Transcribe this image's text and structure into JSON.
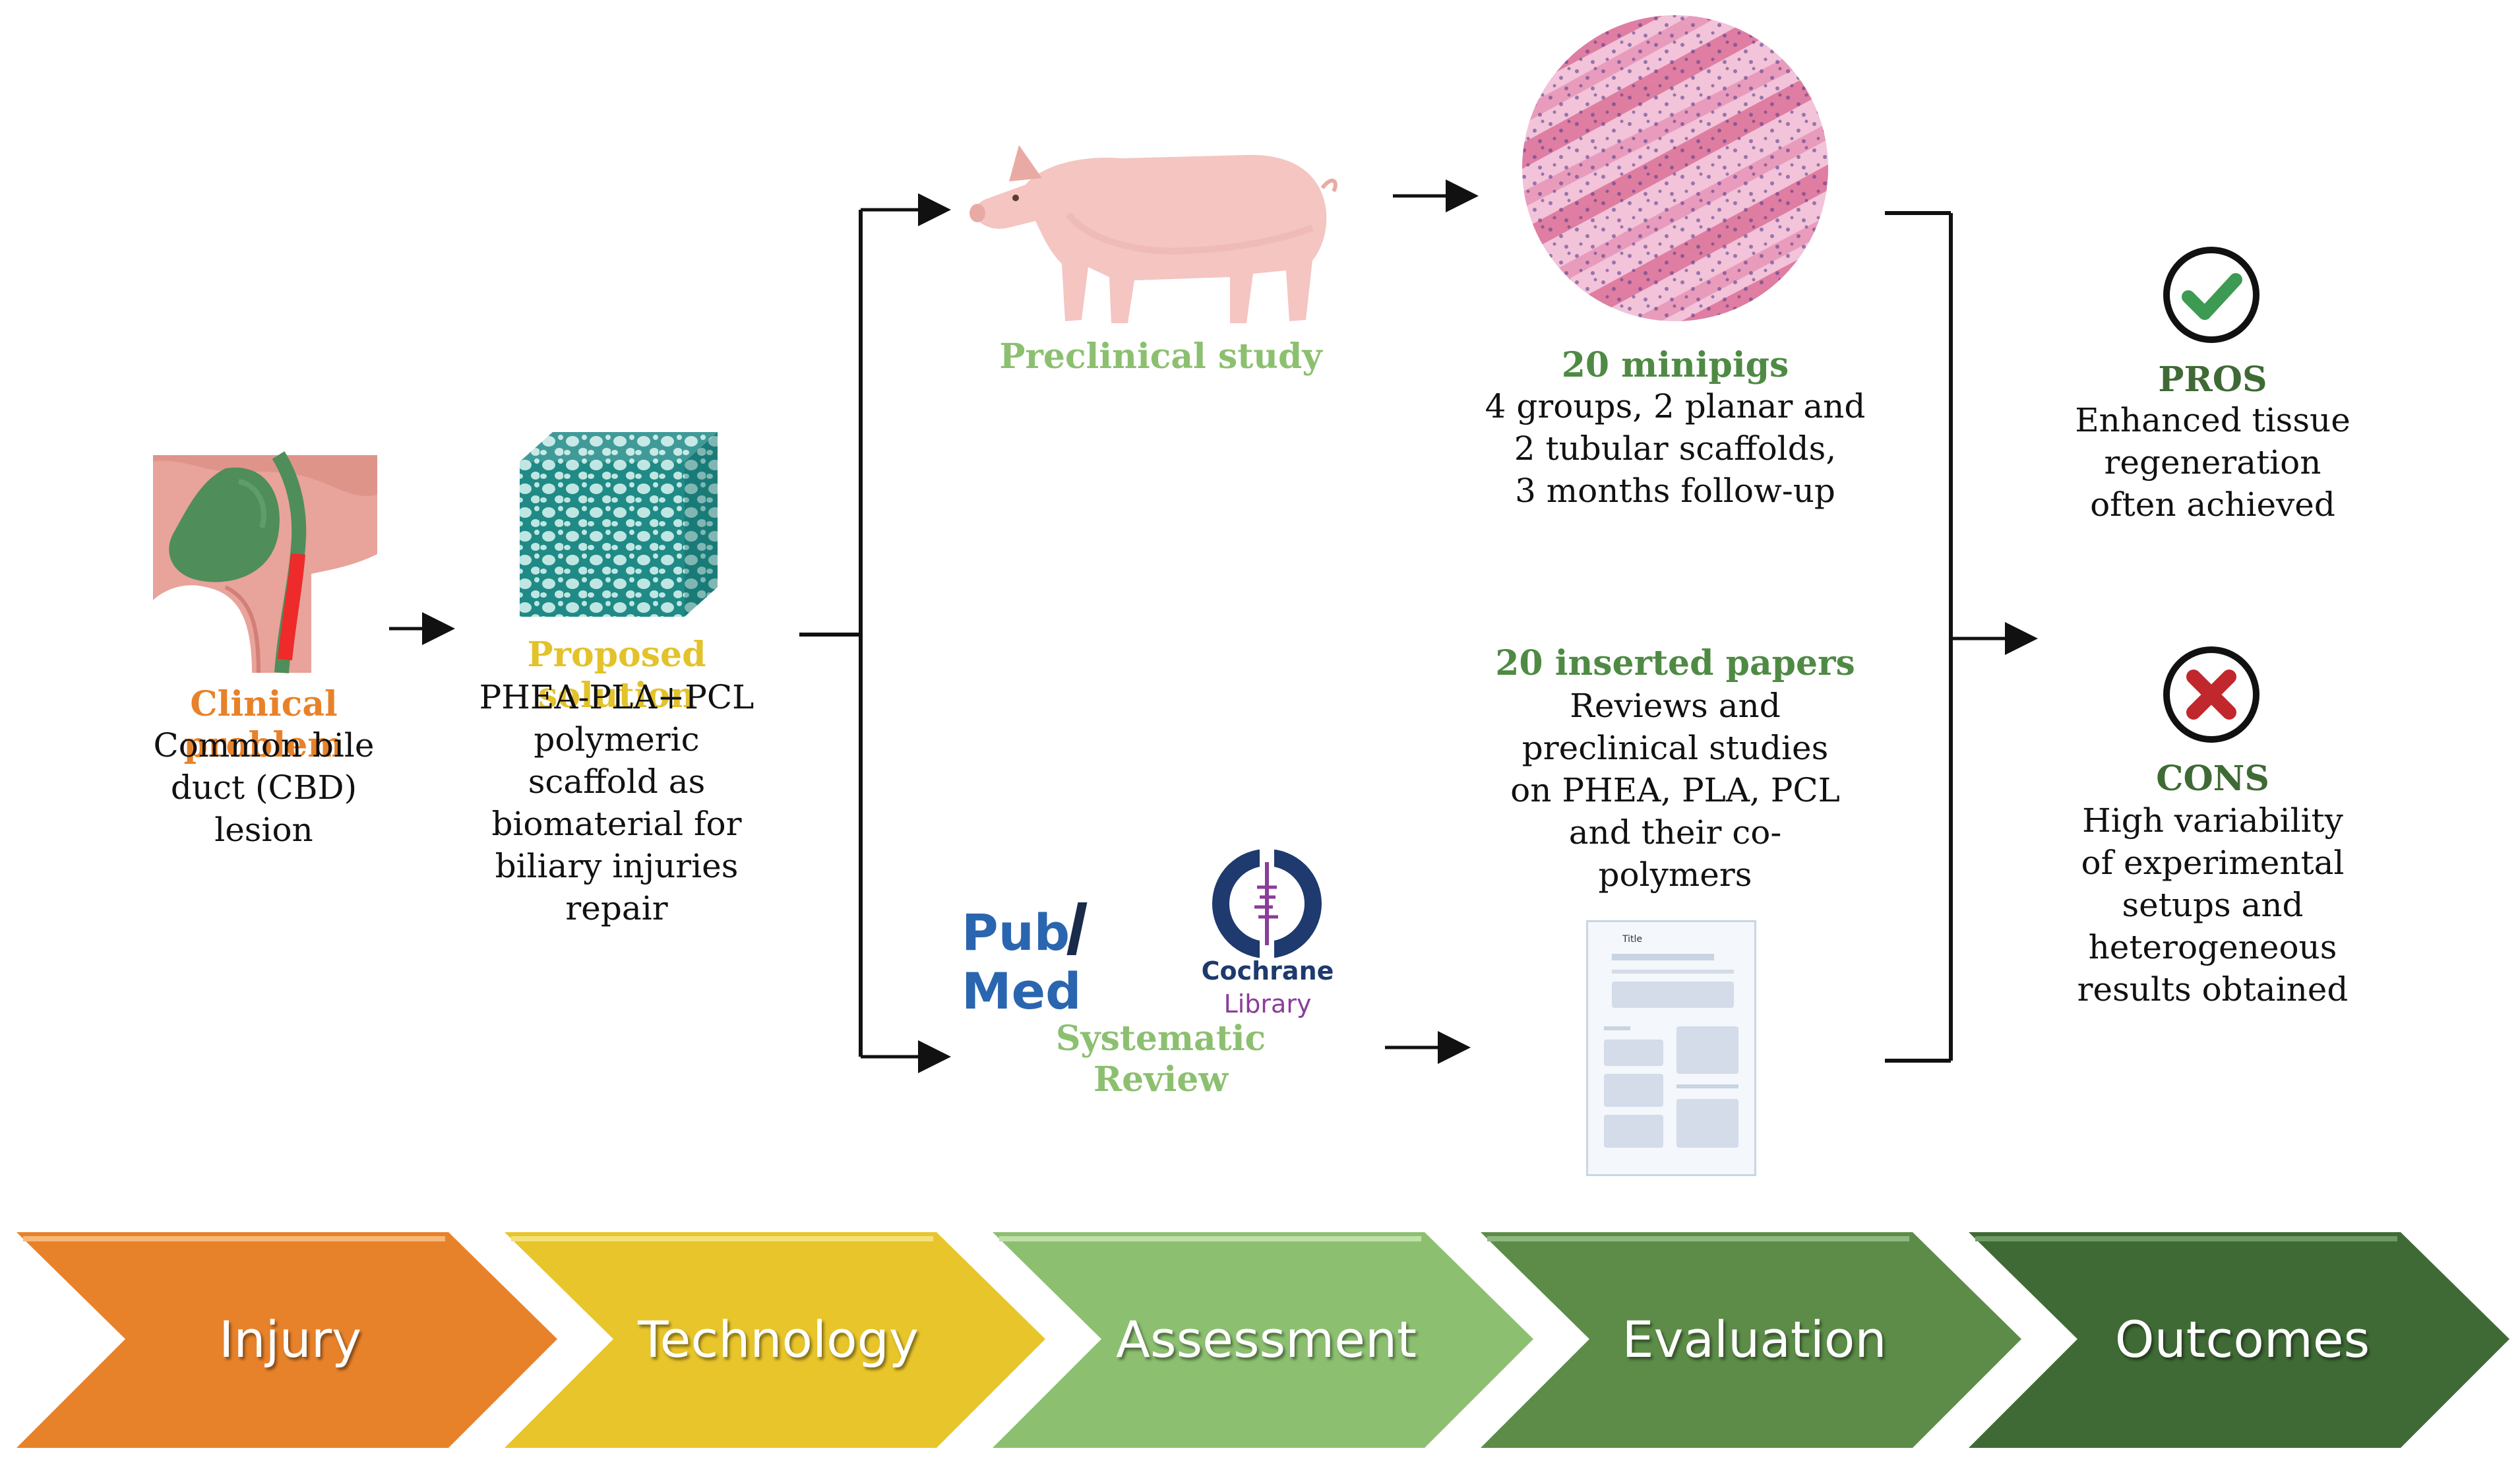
{
  "colors": {
    "injury": "#e8822a",
    "technology": "#e8c52a",
    "assessment": "#8cc070",
    "evaluation": "#5c8c48",
    "outcomes": "#3f6a35",
    "clinical_head": "#e8822a",
    "solution_head": "#e3c22a",
    "green_head": "#82b46c",
    "dark_green_head": "#4f8a44",
    "check_green": "#3c9a52",
    "cross_red": "#c0282d"
  },
  "clinical": {
    "title": "Clinical problem",
    "body": "Common bile\nduct (CBD)\nlesion"
  },
  "solution": {
    "title": "Proposed solution",
    "body": "PHEA-PLA+PCL\npolymeric\nscaffold as\nbiomaterial for\nbiliary injuries\nrepair"
  },
  "preclinical": {
    "title": "Preclinical study"
  },
  "minipigs": {
    "title": "20 minipigs",
    "body": "4 groups, 2 planar and\n2 tubular scaffolds,\n3 months follow-up"
  },
  "systematic": {
    "title": "Systematic\nReview",
    "pubmed_pub": "Pub",
    "pubmed_med": "Med",
    "cochrane": "Cochrane",
    "library": "Library"
  },
  "papers": {
    "title": "20 inserted papers",
    "body": "Reviews and\npreclinical studies\non PHEA, PLA, PCL\nand their co-\npolymers",
    "doc_title": "Title"
  },
  "pros": {
    "title": "PROS",
    "body": "Enhanced tissue\nregeneration\noften achieved",
    "icon": "check-icon"
  },
  "cons": {
    "title": "CONS",
    "body": "High variability\nof experimental\nsetups and\nheterogeneous\nresults obtained",
    "icon": "cross-icon"
  },
  "stages": [
    {
      "label": "Injury"
    },
    {
      "label": "Technology"
    },
    {
      "label": "Assessment"
    },
    {
      "label": "Evaluation"
    },
    {
      "label": "Outcomes"
    }
  ]
}
